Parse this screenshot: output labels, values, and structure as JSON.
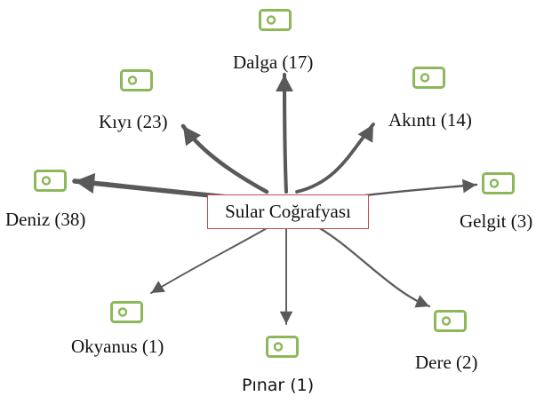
{
  "diagram": {
    "center": {
      "label": "Sular Coğrafyası",
      "border_color": "#c0504d"
    },
    "node_icon": {
      "name": "tag-icon",
      "color": "#8db85a"
    },
    "edge_color": "#595959",
    "nodes": [
      {
        "id": "deniz",
        "label": "Deniz (38)",
        "weight": 38
      },
      {
        "id": "kiyi",
        "label": "Kıyı (23)",
        "weight": 23
      },
      {
        "id": "dalga",
        "label": "Dalga (17)",
        "weight": 17
      },
      {
        "id": "akinti",
        "label": "Akıntı (14)",
        "weight": 14
      },
      {
        "id": "gelgit",
        "label": "Gelgit (3)",
        "weight": 3
      },
      {
        "id": "dere",
        "label": "Dere (2)",
        "weight": 2
      },
      {
        "id": "pinar",
        "label": "Pınar (1)",
        "weight": 1
      },
      {
        "id": "okyanus",
        "label": "Okyanus (1)",
        "weight": 1
      }
    ]
  }
}
